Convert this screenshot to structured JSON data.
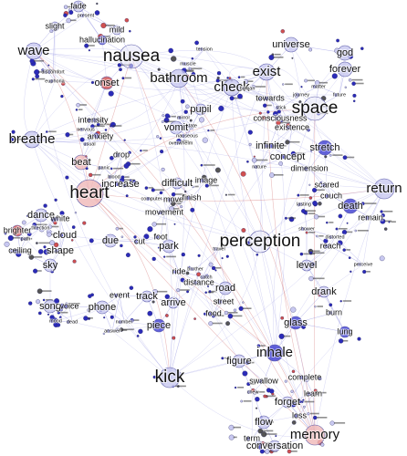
{
  "colors": {
    "blue": "#3b3bd0",
    "light_blue": "#c8c8f0",
    "pale": "#e6e6f8",
    "red": "#d05050",
    "light_red": "#f0b8b8",
    "edge_blue": "#8a8ae0",
    "edge_red": "#d06b6b"
  },
  "words": [
    {
      "text": "fade",
      "cls": "s"
    },
    {
      "text": "present",
      "cls": "xs"
    },
    {
      "text": "slight",
      "cls": "s"
    },
    {
      "text": "mild",
      "cls": "s"
    },
    {
      "text": "hallucination",
      "cls": "s"
    },
    {
      "text": "wave",
      "cls": "l"
    },
    {
      "text": "nausea",
      "cls": "xl"
    },
    {
      "text": "discomfort",
      "cls": "xs"
    },
    {
      "text": "euphoria",
      "cls": "xs"
    },
    {
      "text": "onset",
      "cls": "m"
    },
    {
      "text": "muscle",
      "cls": "xs"
    },
    {
      "text": "tension",
      "cls": "xs"
    },
    {
      "text": "universe",
      "cls": "m"
    },
    {
      "text": "god",
      "cls": "m"
    },
    {
      "text": "exist",
      "cls": "l"
    },
    {
      "text": "forever",
      "cls": "m"
    },
    {
      "text": "bathroom",
      "cls": "l"
    },
    {
      "text": "check",
      "cls": "l"
    },
    {
      "text": "human",
      "cls": "xs"
    },
    {
      "text": "matter",
      "cls": "xs"
    },
    {
      "text": "journey",
      "cls": "xs"
    },
    {
      "text": "future",
      "cls": "xs"
    },
    {
      "text": "towards",
      "cls": "s"
    },
    {
      "text": "stick",
      "cls": "xs"
    },
    {
      "text": "space",
      "cls": "xl"
    },
    {
      "text": "pupil",
      "cls": "m"
    },
    {
      "text": "mirror",
      "cls": "xs"
    },
    {
      "text": "state",
      "cls": "xs"
    },
    {
      "text": "consciousness",
      "cls": "s"
    },
    {
      "text": "existence",
      "cls": "s"
    },
    {
      "text": "vomit",
      "cls": "m"
    },
    {
      "text": "nauseous",
      "cls": "xs"
    },
    {
      "text": "overwhelm",
      "cls": "xs"
    },
    {
      "text": "intensity",
      "cls": "s"
    },
    {
      "text": "nervous",
      "cls": "xs"
    },
    {
      "text": "anxiety",
      "cls": "s"
    },
    {
      "text": "usual",
      "cls": "xs"
    },
    {
      "text": "breathe",
      "cls": "l"
    },
    {
      "text": "infinite",
      "cls": "m"
    },
    {
      "text": "concept",
      "cls": "m"
    },
    {
      "text": "stretch",
      "cls": "m"
    },
    {
      "text": "dimension",
      "cls": "s"
    },
    {
      "text": "beat",
      "cls": "m"
    },
    {
      "text": "drop",
      "cls": "s"
    },
    {
      "text": "panic",
      "cls": "xs"
    },
    {
      "text": "blood",
      "cls": "xs"
    },
    {
      "text": "increase",
      "cls": "m"
    },
    {
      "text": "nature",
      "cls": "xs"
    },
    {
      "text": "heart",
      "cls": "xl"
    },
    {
      "text": "difficult",
      "cls": "m"
    },
    {
      "text": "image",
      "cls": "s"
    },
    {
      "text": "computer",
      "cls": "xs"
    },
    {
      "text": "move",
      "cls": "s"
    },
    {
      "text": "finish",
      "cls": "s"
    },
    {
      "text": "scared",
      "cls": "s"
    },
    {
      "text": "couch",
      "cls": "s"
    },
    {
      "text": "death",
      "cls": "m"
    },
    {
      "text": "return",
      "cls": "l"
    },
    {
      "text": "remain",
      "cls": "s"
    },
    {
      "text": "movement",
      "cls": "s"
    },
    {
      "text": "lasting",
      "cls": "xs"
    },
    {
      "text": "dance",
      "cls": "m"
    },
    {
      "text": "white",
      "cls": "s"
    },
    {
      "text": "direction",
      "cls": "xs"
    },
    {
      "text": "brighter",
      "cls": "s"
    },
    {
      "text": "cloud",
      "cls": "m"
    },
    {
      "text": "path",
      "cls": "xs"
    },
    {
      "text": "shape",
      "cls": "m"
    },
    {
      "text": "ceiling",
      "cls": "s"
    },
    {
      "text": "sky",
      "cls": "m"
    },
    {
      "text": "due",
      "cls": "m"
    },
    {
      "text": "cut",
      "cls": "s"
    },
    {
      "text": "foot",
      "cls": "s"
    },
    {
      "text": "park",
      "cls": "m"
    },
    {
      "text": "perception",
      "cls": "xl"
    },
    {
      "text": "travel",
      "cls": "xs"
    },
    {
      "text": "shower",
      "cls": "xs"
    },
    {
      "text": "reach",
      "cls": "s"
    },
    {
      "text": "distorted",
      "cls": "xs"
    },
    {
      "text": "level",
      "cls": "m"
    },
    {
      "text": "perceive",
      "cls": "xs"
    },
    {
      "text": "ride",
      "cls": "s"
    },
    {
      "text": "brother",
      "cls": "xs"
    },
    {
      "text": "catch",
      "cls": "xs"
    },
    {
      "text": "distance",
      "cls": "s"
    },
    {
      "text": "road",
      "cls": "m"
    },
    {
      "text": "event",
      "cls": "s"
    },
    {
      "text": "track",
      "cls": "m"
    },
    {
      "text": "song",
      "cls": "m"
    },
    {
      "text": "voice",
      "cls": "s"
    },
    {
      "text": "phone",
      "cls": "m"
    },
    {
      "text": "arrive",
      "cls": "m"
    },
    {
      "text": "street",
      "cls": "s"
    },
    {
      "text": "food",
      "cls": "s"
    },
    {
      "text": "drank",
      "cls": "m"
    },
    {
      "text": "burn",
      "cls": "s"
    },
    {
      "text": "glass",
      "cls": "m"
    },
    {
      "text": "lung",
      "cls": "s"
    },
    {
      "text": "number",
      "cls": "xs"
    },
    {
      "text": "piece",
      "cls": "m"
    },
    {
      "text": "mood",
      "cls": "xs"
    },
    {
      "text": "dead",
      "cls": "xs"
    },
    {
      "text": "answer",
      "cls": "xs"
    },
    {
      "text": "inhale",
      "cls": "l"
    },
    {
      "text": "figure",
      "cls": "m"
    },
    {
      "text": "kick",
      "cls": "xl"
    },
    {
      "text": "swallow",
      "cls": "s"
    },
    {
      "text": "complete",
      "cls": "s"
    },
    {
      "text": "learn",
      "cls": "s"
    },
    {
      "text": "chew",
      "cls": "xs"
    },
    {
      "text": "forget",
      "cls": "m"
    },
    {
      "text": "loss",
      "cls": "s"
    },
    {
      "text": "flow",
      "cls": "m"
    },
    {
      "text": "memory",
      "cls": "l"
    },
    {
      "text": "term",
      "cls": "s"
    },
    {
      "text": "conversation",
      "cls": "m"
    }
  ]
}
